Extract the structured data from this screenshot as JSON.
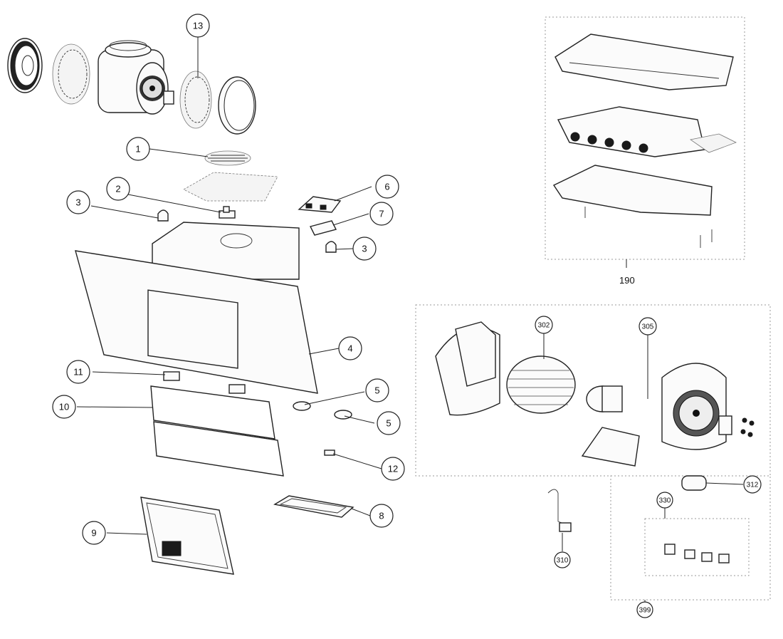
{
  "diagram": {
    "kind": "exploded-parts-diagram",
    "callouts": [
      {
        "id": "c13",
        "label": "13"
      },
      {
        "id": "c1",
        "label": "1"
      },
      {
        "id": "c2",
        "label": "2"
      },
      {
        "id": "c3a",
        "label": "3"
      },
      {
        "id": "c3b",
        "label": "3"
      },
      {
        "id": "c6",
        "label": "6"
      },
      {
        "id": "c7",
        "label": "7"
      },
      {
        "id": "c4",
        "label": "4"
      },
      {
        "id": "c11",
        "label": "11"
      },
      {
        "id": "c10",
        "label": "10"
      },
      {
        "id": "c5a",
        "label": "5"
      },
      {
        "id": "c5b",
        "label": "5"
      },
      {
        "id": "c12",
        "label": "12"
      },
      {
        "id": "c9",
        "label": "9"
      },
      {
        "id": "c8",
        "label": "8"
      },
      {
        "id": "c302",
        "label": "302"
      },
      {
        "id": "c305",
        "label": "305"
      },
      {
        "id": "c312",
        "label": "312"
      },
      {
        "id": "c330",
        "label": "330"
      },
      {
        "id": "c310",
        "label": "310"
      },
      {
        "id": "c399",
        "label": "399"
      }
    ],
    "group_labels": [
      {
        "id": "g190",
        "label": "190"
      }
    ]
  }
}
